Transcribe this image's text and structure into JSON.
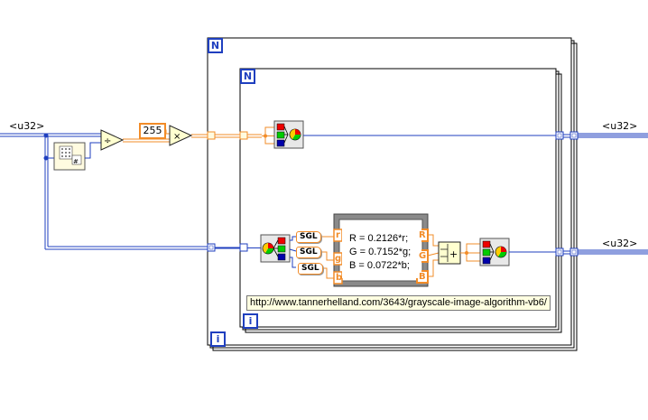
{
  "diagram": {
    "input_label": "<u32>",
    "output_labels": [
      "<u32>",
      "<u32>"
    ],
    "constant_value": "255",
    "sgl_labels": [
      "SGL",
      "SGL",
      "SGL"
    ],
    "outer_loop_count_tag": "N",
    "outer_loop_iteration_tag": "i",
    "inner_loop_count_tag": "N",
    "inner_loop_iteration_tag": "i",
    "formula_lines": [
      "R = 0.2126*r;",
      "G = 0.7152*g;",
      "B = 0.0722*b;"
    ],
    "formula_input_terminals": [
      "r",
      "g",
      "b"
    ],
    "formula_output_terminals": [
      "R",
      "G",
      "B"
    ],
    "url_comment": "http://www.tannerhelland.com/3643/grayscale-image-algorithm-vb6/"
  },
  "colors": {
    "u32_wire": "#1f3fbf",
    "numeric_wire": "#f28c28",
    "loop_border": "#000000",
    "formula_frame": "#7a7a7a",
    "comment_bg": "#ffffe1"
  },
  "icons": {
    "array_size": "array-size-icon",
    "divide": "divide-icon",
    "multiply": "multiply-icon",
    "split_rgb": "rgb-split-icon",
    "join_rgb": "rgb-join-icon",
    "compound_add": "compound-add-icon"
  }
}
